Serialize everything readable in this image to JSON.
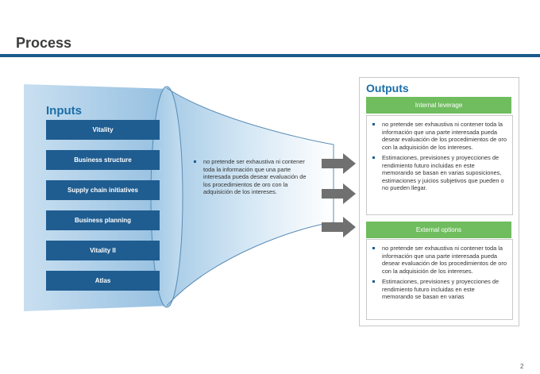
{
  "page": {
    "title": "Process",
    "page_number": "2"
  },
  "inputs": {
    "title": "Inputs",
    "items": [
      "Vitality",
      "Business structure",
      "Supply chain initiatives",
      "Business planning",
      "Vitality  II",
      "Atlas"
    ]
  },
  "center": {
    "bullet": "no pretende ser exhaustiva ni contener toda la información que una parte interesada pueda desear evaluación de los procedimientos de oro con la adquisición de los intereses."
  },
  "outputs": {
    "title": "Outputs",
    "internal": {
      "header": "Internal leverage",
      "bullets": [
        "no pretende ser exhaustiva ni contener toda la información que una parte interesada pueda desear evaluación de los procedimientos de oro con la adquisición de los intereses.",
        "Estimaciones, previsiones y proyecciones de rendimiento futuro incluidas en este memorando se basan en varias suposiciones, estimaciones y juicios subjetivos que pueden o no pueden llegar."
      ]
    },
    "external": {
      "header": "External options",
      "bullets": [
        "no pretende ser exhaustiva ni contener toda la información que una parte interesada pueda desear evaluación de los procedimientos de oro con la adquisición de los intereses.",
        "Estimaciones, previsiones y proyecciones de rendimiento futuro incluidas en este memorando se basan en varias"
      ]
    }
  },
  "colors": {
    "navy": "#1f5d91",
    "green": "#6fbd5e",
    "rule": "#1a5b8a",
    "arrow": "#707070"
  }
}
